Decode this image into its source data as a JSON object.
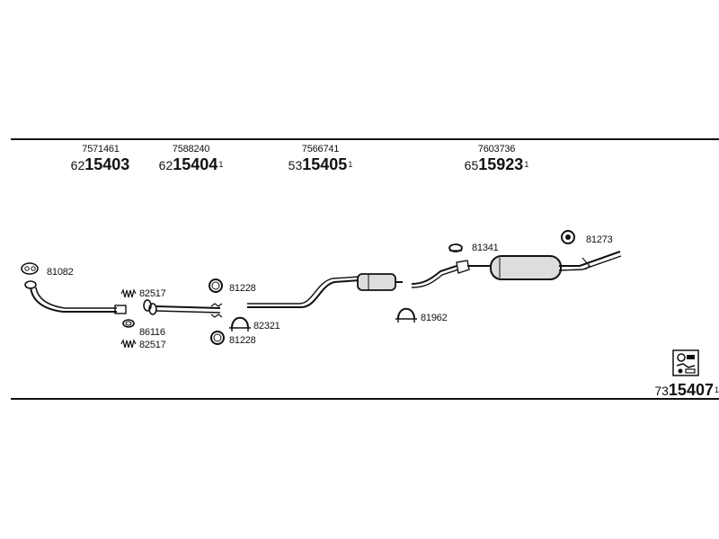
{
  "groups": [
    {
      "number": "7571461",
      "prefix": "62",
      "code": "15403",
      "superscript": ""
    },
    {
      "number": "7588240",
      "prefix": "62",
      "code": "15404",
      "superscript": "1"
    },
    {
      "number": "7566741",
      "prefix": "53",
      "code": "15405",
      "superscript": "1"
    },
    {
      "number": "7603736",
      "prefix": "65",
      "code": "15923",
      "superscript": "1"
    }
  ],
  "kit": {
    "prefix": "73",
    "code": "15407",
    "superscript": "1",
    "icon": "assembly-kit-icon"
  },
  "part_labels": {
    "p81082": "81082",
    "p82517_top": "82517",
    "p86116": "86116",
    "p82517_bottom": "82517",
    "p81228_top": "81228",
    "p82321": "82321",
    "p81228_bottom": "81228",
    "p81962": "81962",
    "p81341": "81341",
    "p81273": "81273"
  }
}
